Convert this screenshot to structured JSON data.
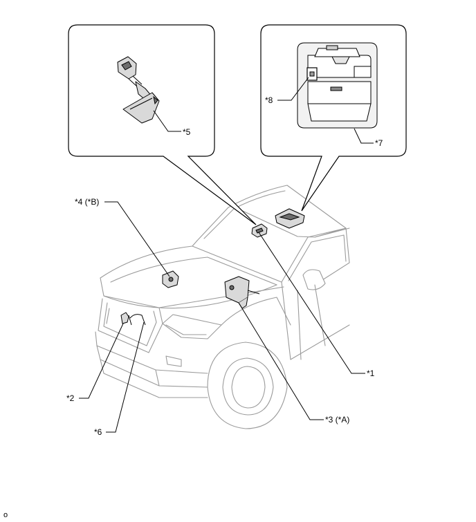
{
  "labels": {
    "l1": "*1",
    "l2": "*2",
    "l3": "*3 (*A)",
    "l4": "*4 (*B)",
    "l5": "*5",
    "l6": "*6",
    "l7": "*7",
    "l8": "*8"
  },
  "footer": {
    "code": "o"
  }
}
